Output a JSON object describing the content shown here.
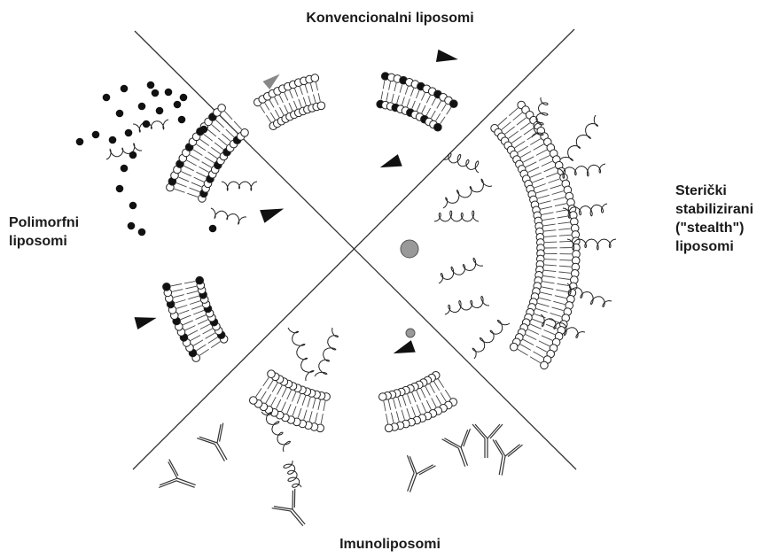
{
  "labels": {
    "conventional": "Konvencionalni liposomi",
    "polymorphic": [
      "Polimorfni",
      "liposomi"
    ],
    "stealth": [
      "Sterički",
      "stabilizirani",
      "(\"stealth\")",
      "liposomi"
    ],
    "immuno": "Imunoliposomi"
  }
}
